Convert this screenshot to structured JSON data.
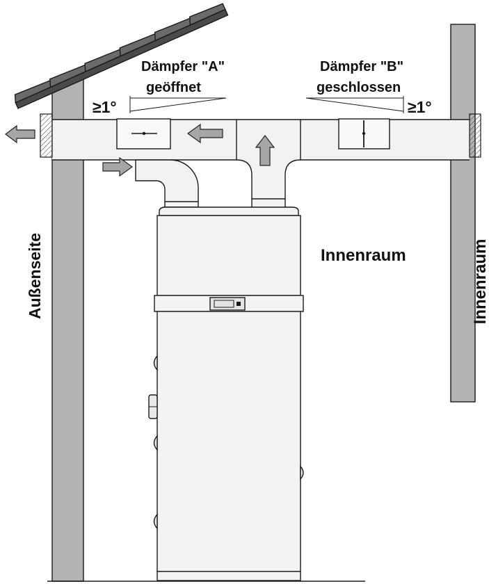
{
  "labels": {
    "damper_a_title": "Dämpfer \"A\"",
    "damper_a_state": "geöffnet",
    "damper_b_title": "Dämpfer \"B\"",
    "damper_b_state": "geschlossen",
    "angle_a": "≥1°",
    "angle_b": "≥1°",
    "indoor_room": "Innenraum",
    "outside_wall": "Außenseite",
    "indoor_wall": "Innenraum"
  },
  "colors": {
    "wall": "#b3b3b3",
    "roof": "#6b6b6b",
    "roof_base": "#4a4a4a",
    "duct": "#f2f2f2",
    "arrow": "#a6a6a6",
    "unit": "#f3f3f3"
  }
}
